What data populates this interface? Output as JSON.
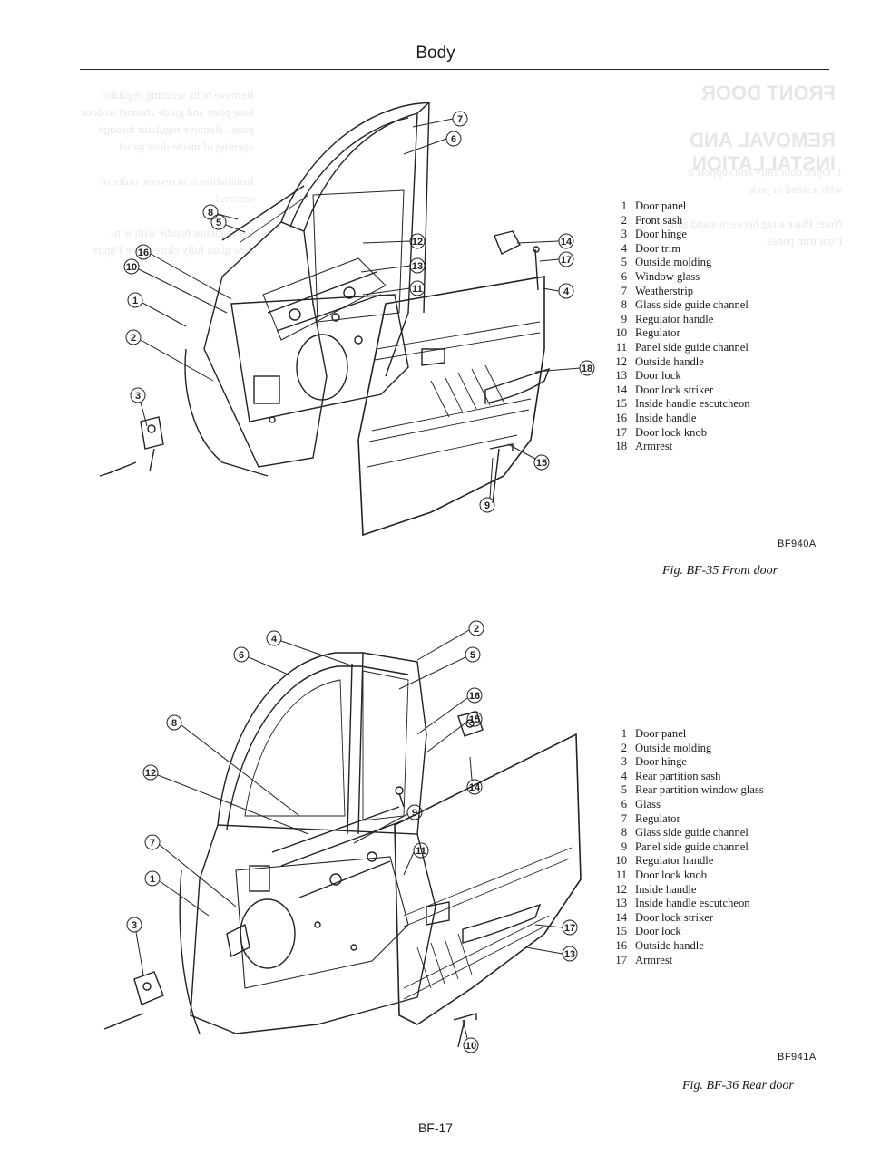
{
  "header": {
    "title": "Body",
    "page_number": "BF-17"
  },
  "front_door": {
    "legend": [
      {
        "n": "1",
        "label": "Door panel"
      },
      {
        "n": "2",
        "label": "Front sash"
      },
      {
        "n": "3",
        "label": "Door hinge"
      },
      {
        "n": "4",
        "label": "Door trim"
      },
      {
        "n": "5",
        "label": "Outside molding"
      },
      {
        "n": "6",
        "label": "Window glass"
      },
      {
        "n": "7",
        "label": "Weatherstrip"
      },
      {
        "n": "8",
        "label": "Glass side guide channel"
      },
      {
        "n": "9",
        "label": "Regulator handle"
      },
      {
        "n": "10",
        "label": "Regulator"
      },
      {
        "n": "11",
        "label": "Panel side guide channel"
      },
      {
        "n": "12",
        "label": "Outside handle"
      },
      {
        "n": "13",
        "label": "Door lock"
      },
      {
        "n": "14",
        "label": "Door lock striker"
      },
      {
        "n": "15",
        "label": "Inside handle escutcheon"
      },
      {
        "n": "16",
        "label": "Inside handle"
      },
      {
        "n": "17",
        "label": "Door lock knob"
      },
      {
        "n": "18",
        "label": "Armrest"
      }
    ],
    "code": "BF940A",
    "caption": "Fig. BF-35  Front door",
    "callouts": [
      "7",
      "6",
      "12",
      "14",
      "17",
      "4",
      "13",
      "11",
      "5",
      "8",
      "16",
      "10",
      "1",
      "2",
      "3",
      "18",
      "15",
      "9"
    ]
  },
  "rear_door": {
    "legend": [
      {
        "n": "1",
        "label": "Door panel"
      },
      {
        "n": "2",
        "label": "Outside molding"
      },
      {
        "n": "3",
        "label": "Door hinge"
      },
      {
        "n": "4",
        "label": "Rear partition sash"
      },
      {
        "n": "5",
        "label": "Rear partition window glass"
      },
      {
        "n": "6",
        "label": "Glass"
      },
      {
        "n": "7",
        "label": "Regulator"
      },
      {
        "n": "8",
        "label": "Glass side guide channel"
      },
      {
        "n": "9",
        "label": "Panel side guide channel"
      },
      {
        "n": "10",
        "label": "Regulator handle"
      },
      {
        "n": "11",
        "label": "Door lock knob"
      },
      {
        "n": "12",
        "label": "Inside handle"
      },
      {
        "n": "13",
        "label": "Inside handle escutcheon"
      },
      {
        "n": "14",
        "label": "Door lock striker"
      },
      {
        "n": "15",
        "label": "Door lock"
      },
      {
        "n": "16",
        "label": "Outside handle"
      },
      {
        "n": "17",
        "label": "Armrest"
      }
    ],
    "code": "BF941A",
    "caption": "Fig. BF-36  Rear door",
    "callouts": [
      "2",
      "4",
      "6",
      "5",
      "16",
      "15",
      "8",
      "14",
      "12",
      "9",
      "11",
      "7",
      "1",
      "3",
      "17",
      "13",
      "10"
    ]
  }
}
